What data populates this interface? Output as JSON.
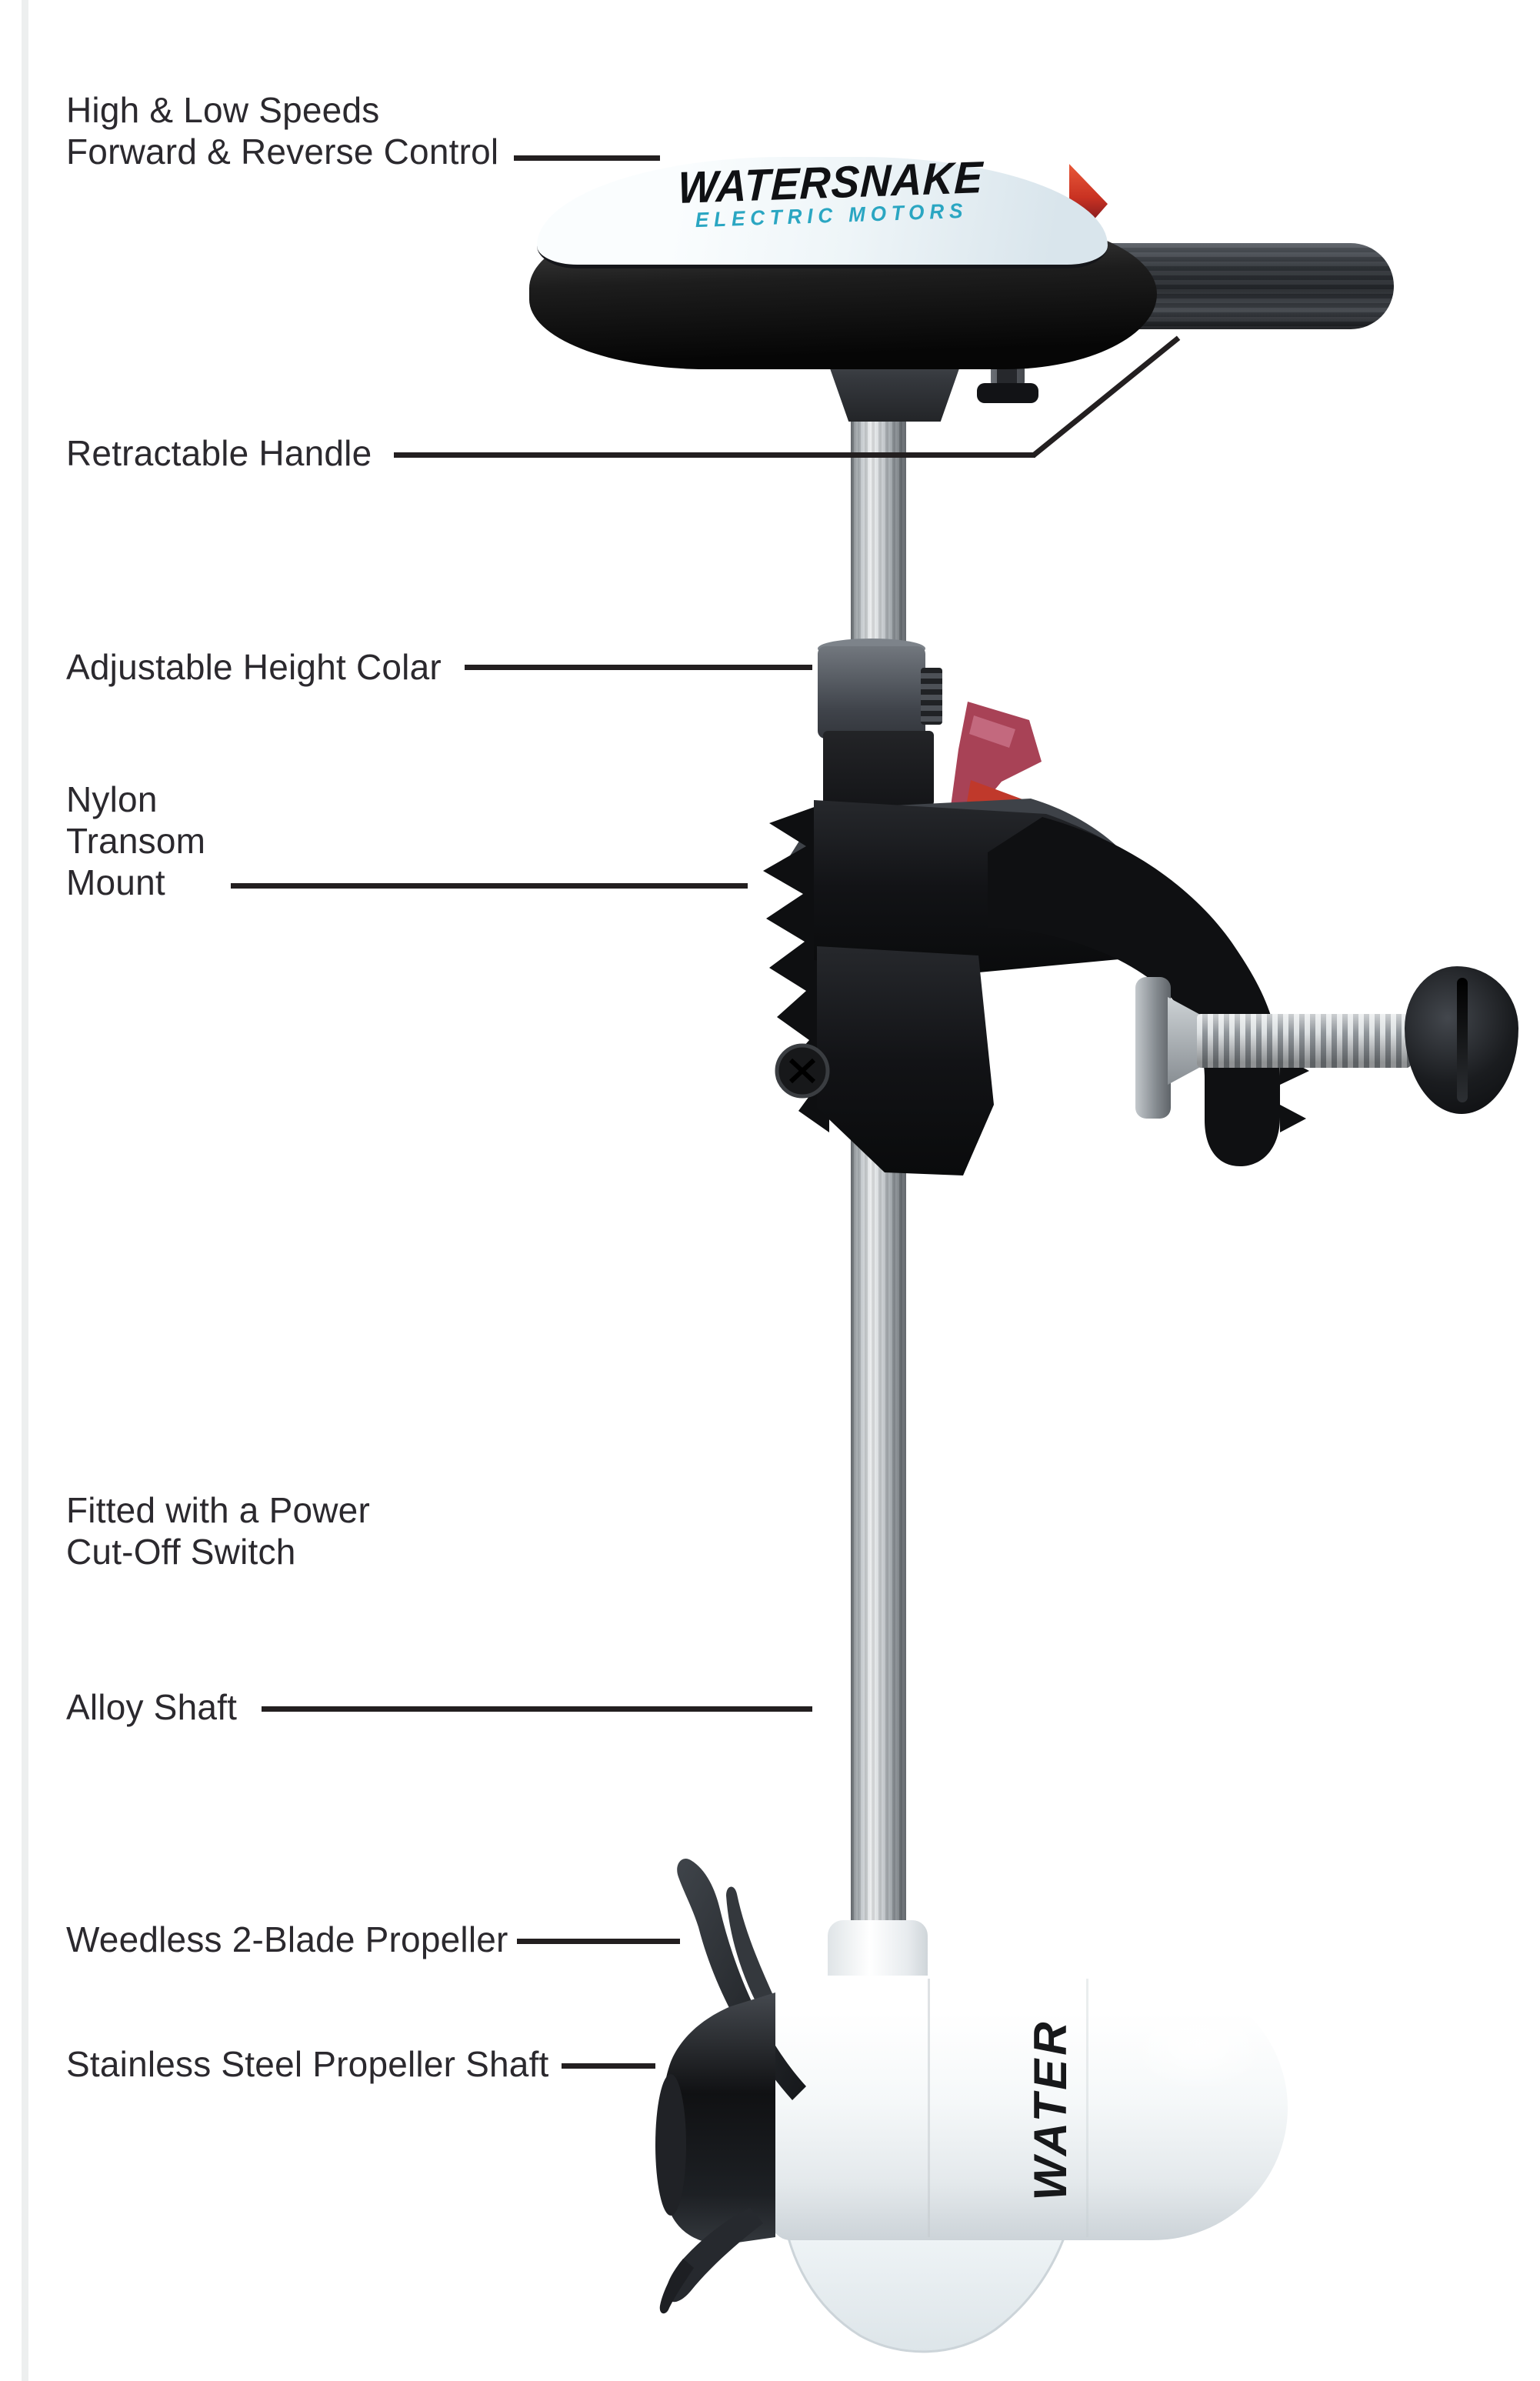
{
  "diagram": {
    "brand": {
      "name": "WATERSNAKE",
      "tagline": "ELECTRIC MOTORS"
    },
    "pod_text": "WATER",
    "labels": {
      "speeds": {
        "line1": "High & Low Speeds",
        "line2": "Forward & Reverse Control"
      },
      "handle": {
        "line1": "Retractable Handle"
      },
      "collar": {
        "line1": "Adjustable Height Colar"
      },
      "mount": {
        "line1": "Nylon",
        "line2": "Transom",
        "line3": "Mount"
      },
      "cutoff": {
        "line1": "Fitted with a Power",
        "line2": "Cut-Off Switch"
      },
      "shaft": {
        "line1": "Alloy Shaft"
      },
      "propeller": {
        "line1": "Weedless 2-Blade Propeller"
      },
      "prop_shaft": {
        "line1": "Stainless Steel Propeller Shaft"
      }
    },
    "colors": {
      "background": "#ffffff",
      "label_text": "#2b292e",
      "leader_line": "#231f20",
      "brand_text": "#101114",
      "tagline_teal": "#2aa6c2",
      "flag_red": "#c93222",
      "lever_red": "#a84256",
      "motor_black": "#121316",
      "shaft_silver": "#d3d7da"
    }
  }
}
